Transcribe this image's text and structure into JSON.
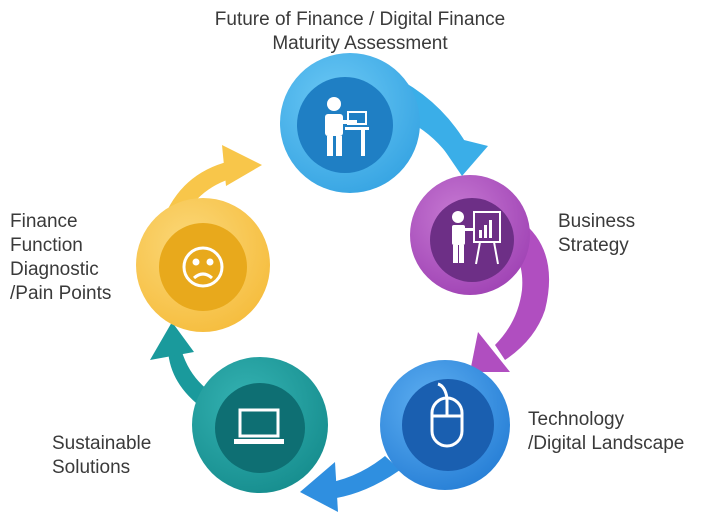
{
  "stages": [
    {
      "id": "future",
      "label_lines": [
        "Future of Finance / Digital Finance",
        "Maturity Assessment"
      ],
      "icon": "person-at-computer-icon",
      "color": "#3aaee8",
      "inner_color": "#1f7fc4"
    },
    {
      "id": "business",
      "label_lines": [
        "Business",
        "Strategy"
      ],
      "icon": "presentation-icon",
      "color": "#b04ec0",
      "inner_color": "#6d2f86"
    },
    {
      "id": "technology",
      "label_lines": [
        "Technology",
        "/Digital Landscape"
      ],
      "icon": "mouse-icon",
      "color": "#2f8fe0",
      "inner_color": "#1a5fb0"
    },
    {
      "id": "sustainable",
      "label_lines": [
        "Sustainable",
        "Solutions"
      ],
      "icon": "laptop-icon",
      "color": "#1a9a9c",
      "inner_color": "#0e6f73"
    },
    {
      "id": "finance",
      "label_lines": [
        "Finance",
        "Function",
        "Diagnostic",
        "/Pain Points"
      ],
      "icon": "sad-face-icon",
      "color": "#f8c64a",
      "inner_color": "#e8a91c"
    }
  ]
}
